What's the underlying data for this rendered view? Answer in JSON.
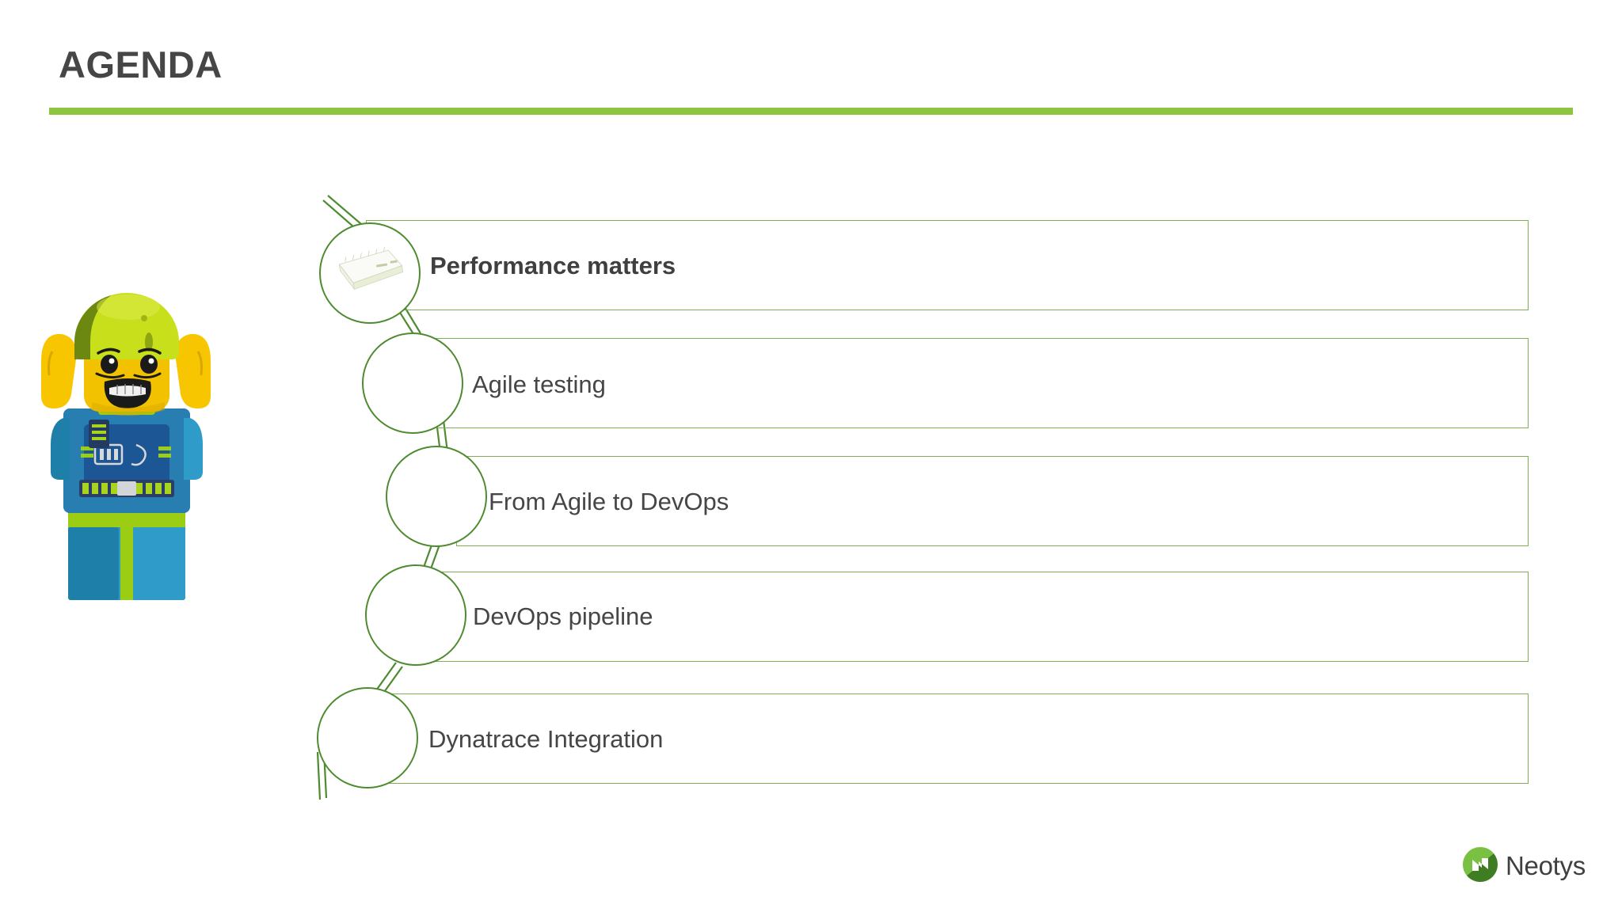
{
  "slide": {
    "title": "AGENDA",
    "accent_color": "#8CC63E",
    "box_border_color": "#7FAF52",
    "circle_border_color": "#4E8B30",
    "text_color": "#464646"
  },
  "decor": {
    "lego_figure_name": "lego-minifigure-panicked",
    "paper_stack_icon_name": "paper-stack-icon"
  },
  "agenda": {
    "items": [
      {
        "label": "Performance matters",
        "highlighted": true,
        "has_icon": true
      },
      {
        "label": "Agile testing",
        "highlighted": false,
        "has_icon": false
      },
      {
        "label": "From Agile to DevOps",
        "highlighted": false,
        "has_icon": false
      },
      {
        "label": "DevOps pipeline",
        "highlighted": false,
        "has_icon": false
      },
      {
        "label": "Dynatrace Integration",
        "highlighted": false,
        "has_icon": false
      }
    ]
  },
  "footer": {
    "logo_text": "Neotys",
    "logo_light_green": "#7AC143",
    "logo_dark_green": "#3F7D22"
  }
}
